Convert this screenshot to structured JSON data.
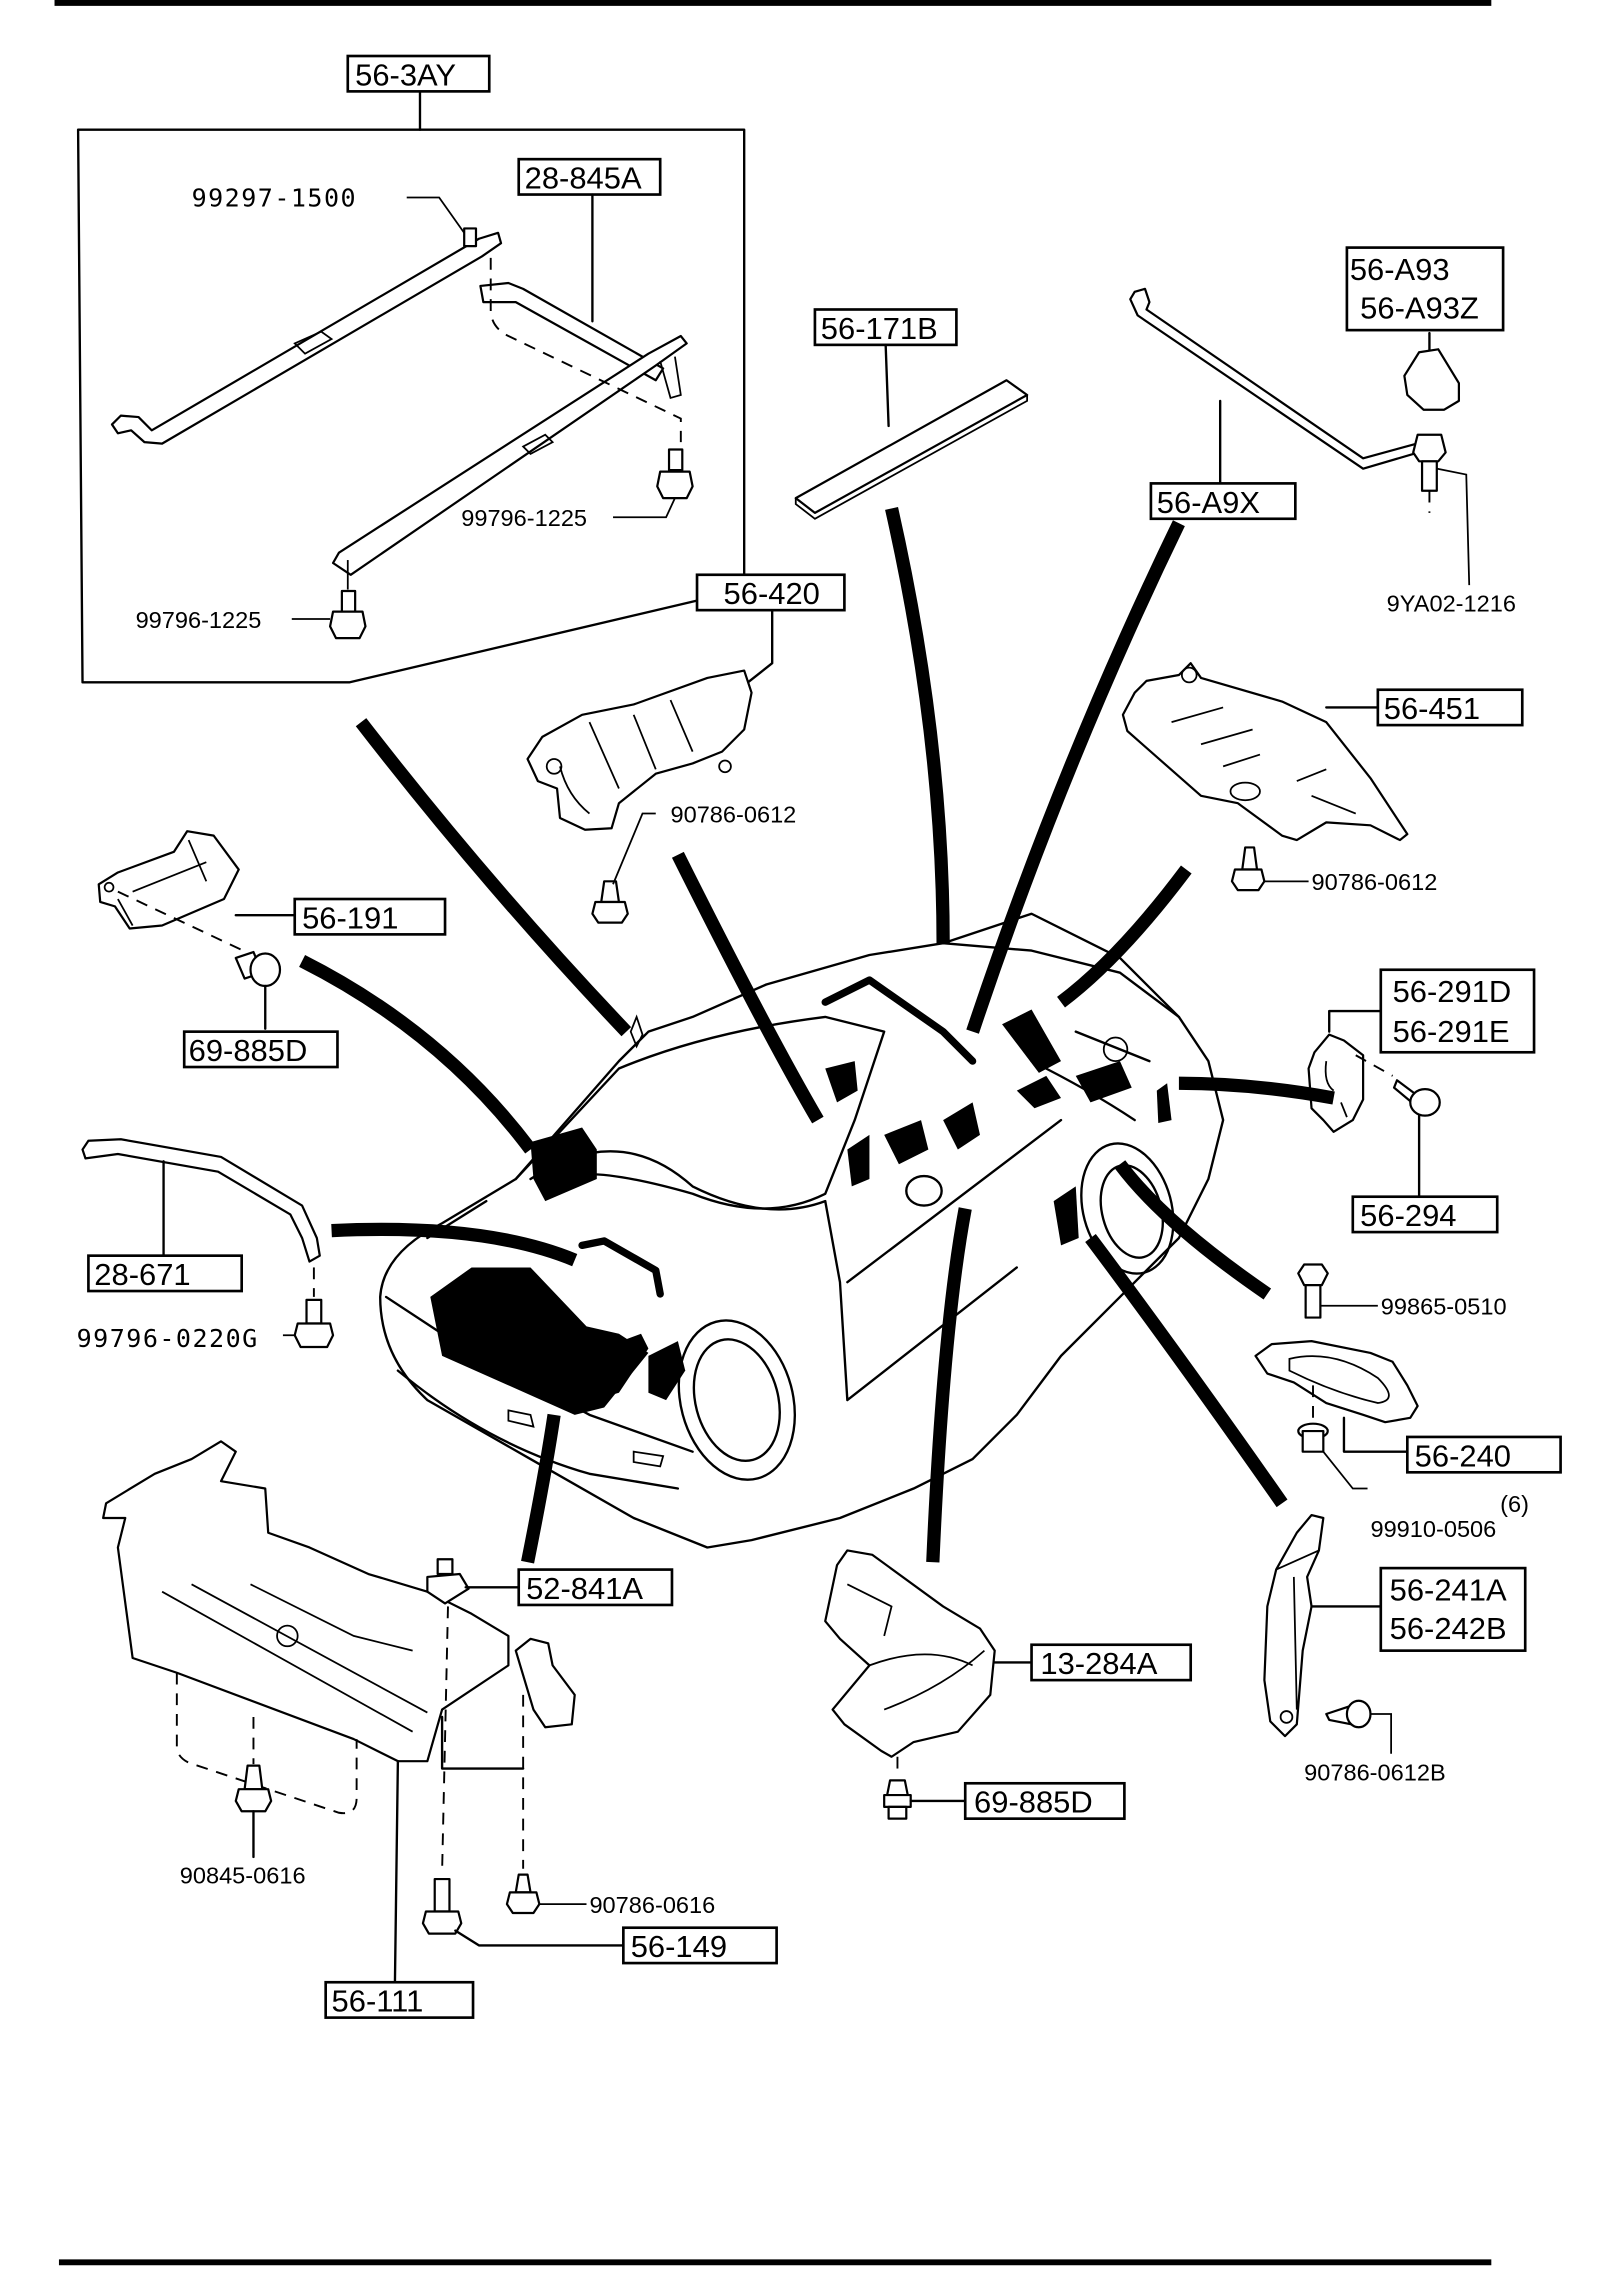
{
  "diagram": {
    "title": "Mazda MX-5 / Miata body parts exploded view",
    "boxed_part_numbers": {
      "p56_3AY": "56-3AY",
      "p28_845A": "28-845A",
      "p56_171B": "56-171B",
      "p56_A93": "56-A93",
      "p56_A93Z": "56-A93Z",
      "p56_A9X": "56-A9X",
      "p56_420": "56-420",
      "p56_451": "56-451",
      "p56_191": "56-191",
      "p69_885D_left": "69-885D",
      "p56_291D": "56-291D",
      "p56_291E": "56-291E",
      "p56_294": "56-294",
      "p28_671": "28-671",
      "p56_240": "56-240",
      "p56_241A": "56-241A",
      "p56_242B": "56-242B",
      "p52_841A": "52-841A",
      "p13_284A": "13-284A",
      "p69_885D_bottom": "69-885D",
      "p56_149": "56-149",
      "p56_111": "56-111"
    },
    "fastener_part_numbers": {
      "f99297_1500": "99297-1500",
      "f99796_1225_right": "99796-1225",
      "f99796_1225_left": "99796-1225",
      "f9YA02_1216": "9YA02-1216",
      "f90786_0612_mid": "90786-0612",
      "f90786_0612_right": "90786-0612",
      "f99796_0220G": "99796-0220G",
      "f99865_0510": "99865-0510",
      "f99910_0506": "99910-0506",
      "f99910_qty": "(6)",
      "f90786_0612B": "90786-0612B",
      "f90845_0616": "90845-0616",
      "f90786_0616": "90786-0616"
    }
  }
}
